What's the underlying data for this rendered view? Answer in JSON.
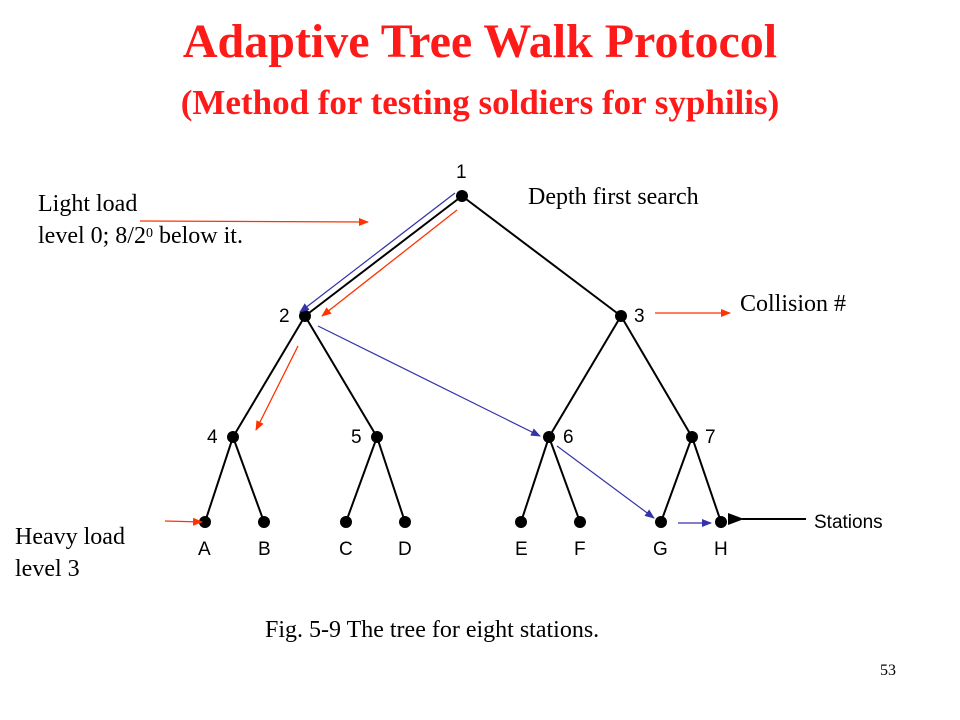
{
  "title": "Adaptive Tree Walk Protocol",
  "subtitle": "(Method for testing soldiers for syphilis)",
  "annotations": {
    "light_load_line1": "Light load",
    "light_load_line2_pre": "level 0; 8/2",
    "light_load_line2_sup": "0",
    "light_load_line2_post": " below it.",
    "depth_first": "Depth first search",
    "collision": "Collision #",
    "heavy_load_line1": "Heavy load",
    "heavy_load_line2": "level 3",
    "stations": "Stations"
  },
  "tree": {
    "internal_labels": [
      "1",
      "2",
      "3",
      "4",
      "5",
      "6",
      "7"
    ],
    "leaf_labels": [
      "A",
      "B",
      "C",
      "D",
      "E",
      "F",
      "G",
      "H"
    ]
  },
  "colors": {
    "title": "#ff1a1a",
    "red_arrow": "#ff3300",
    "blue_arrow": "#3333aa",
    "tree": "#000000"
  },
  "caption": "Fig. 5-9 The tree for eight stations.",
  "page_number": "53"
}
